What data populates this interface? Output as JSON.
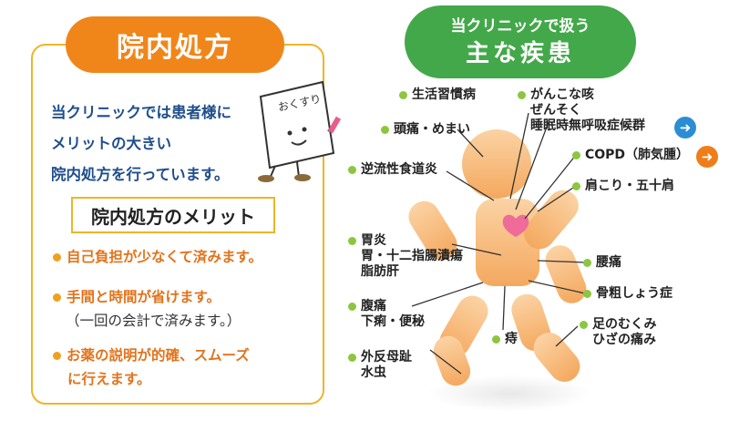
{
  "left": {
    "title": "院内処方",
    "intro_lines": [
      "当クリニックでは患者様に",
      "メリットの大きい",
      "院内処方を行っています。"
    ],
    "mascot_text": "おくすり",
    "merit_title": "院内処方のメリット",
    "merits": [
      {
        "lines": [
          "自己負担が少なくて済みます。"
        ]
      },
      {
        "lines": [
          "手間と時間が省けます。"
        ],
        "note": "（一回の会計で済みます。）"
      },
      {
        "lines": [
          "お薬の説明が的確、スムーズ",
          "に行えます。"
        ]
      }
    ]
  },
  "right": {
    "title_line1": "当クリニックで扱う",
    "title_line2": "主な疾患",
    "labels": {
      "lifestyle": "生活習慣病",
      "cancer": [
        "がんこな咳",
        "ぜんそく",
        "睡眠時無呼吸症候群"
      ],
      "headache": "頭痛・めまい",
      "copd": "COPD（肺気腫）",
      "reflux": "逆流性食道炎",
      "shoulder": "肩こり・五十肩",
      "stomach": [
        "胃炎",
        "胃・十二指腸潰瘍",
        "脂肪肝"
      ],
      "lowback": "腰痛",
      "osteo": "骨粗しょう症",
      "belly": [
        "腹痛",
        "下痢・便秘"
      ],
      "hemorrhoid": "痔",
      "leg": [
        "足のむくみ",
        "ひざの痛み"
      ],
      "foot": [
        "外反母趾",
        "水虫"
      ]
    }
  },
  "colors": {
    "orange": "#f0861a",
    "green": "#43a84a",
    "blue": "#2b8ed4",
    "text_blue": "#1f4e8c"
  }
}
